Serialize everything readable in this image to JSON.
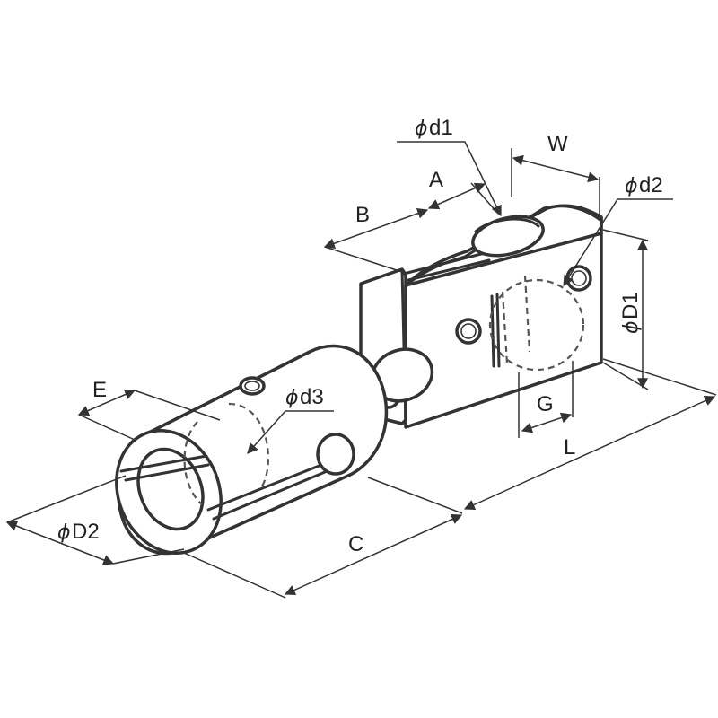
{
  "diagram": {
    "labels": {
      "d1": "d1",
      "d2": "d2",
      "d3": "d3",
      "D1": "D1",
      "D2": "D2",
      "A": "A",
      "B": "B",
      "C": "C",
      "E": "E",
      "G": "G",
      "L": "L",
      "W": "W"
    },
    "phi_symbol": "ϕ"
  }
}
